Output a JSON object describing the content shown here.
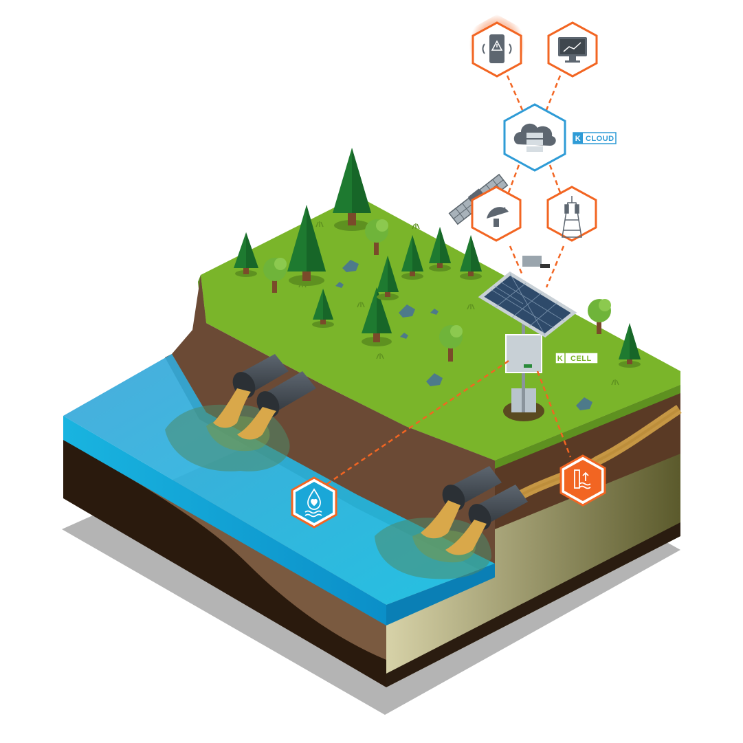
{
  "labels": {
    "cloud": {
      "prefix": "K",
      "name": "CLOUD"
    },
    "cell": {
      "prefix": "K",
      "name": "CELL"
    }
  },
  "icons": {
    "alert_phone": "phone-alert-icon",
    "monitor": "monitor-chart-icon",
    "cloud": "cloud-server-icon",
    "satellite_dish": "satellite-dish-icon",
    "cell_tower": "cell-tower-icon",
    "water_quality": "water-quality-icon",
    "water_level": "water-level-icon",
    "satellite": "satellite-icon"
  },
  "colors": {
    "accent_orange": "#f26522",
    "cloud_blue": "#2e9bd6",
    "grass": "#7ab52a",
    "soil": "#6b4a35",
    "water": "#1fb4e0",
    "discharge": "#d9a84a"
  }
}
